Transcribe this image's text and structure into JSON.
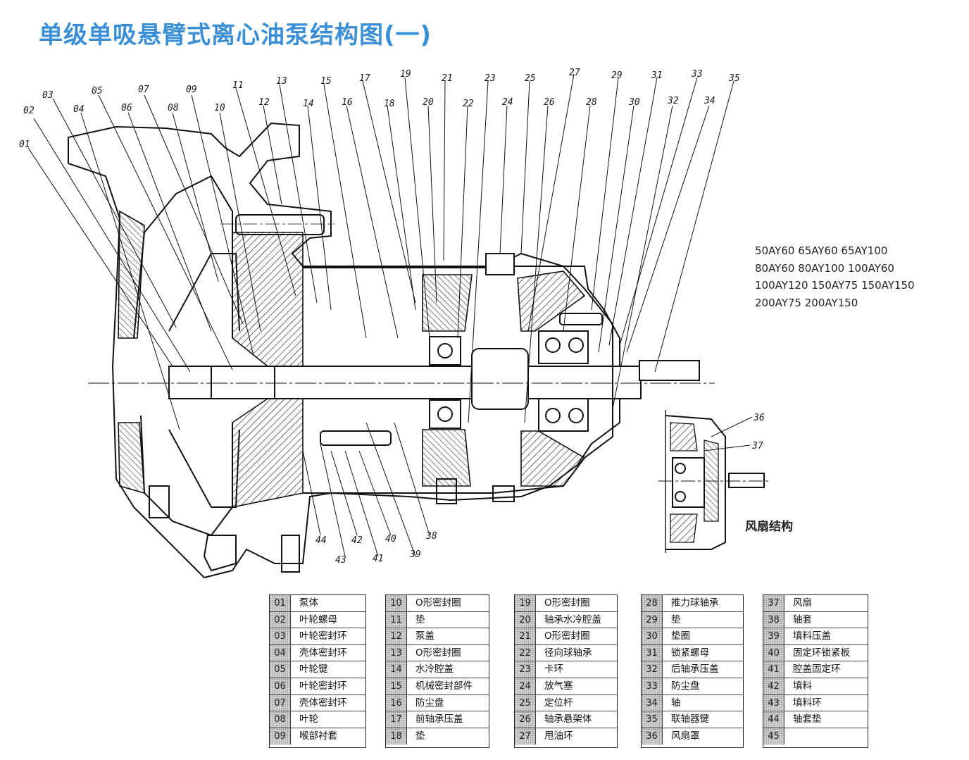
{
  "title": "单级单吸悬臂式离心油泵结构图(一)",
  "models": [
    "50AY60 65AY60 65AY100",
    "80AY60 80AY100 100AY60",
    "100AY120 150AY75 150AY150",
    "200AY75 200AY150"
  ],
  "fan_caption": "风扇结构",
  "callouts": [
    "01",
    "02",
    "03",
    "04",
    "05",
    "06",
    "07",
    "08",
    "09",
    "10",
    "11",
    "12",
    "13",
    "14",
    "15",
    "16",
    "17",
    "18",
    "19",
    "20",
    "21",
    "22",
    "23",
    "24",
    "25",
    "26",
    "27",
    "28",
    "29",
    "30",
    "31",
    "32",
    "33",
    "34",
    "35",
    "36",
    "37",
    "38",
    "39",
    "40",
    "41",
    "42",
    "43",
    "44"
  ],
  "legend_columns": [
    [
      {
        "num": "01",
        "name": "泵体"
      },
      {
        "num": "02",
        "name": "叶轮螺母"
      },
      {
        "num": "03",
        "name": "叶轮密封环"
      },
      {
        "num": "04",
        "name": "壳体密封环"
      },
      {
        "num": "05",
        "name": "叶轮键"
      },
      {
        "num": "06",
        "name": "叶轮密封环"
      },
      {
        "num": "07",
        "name": "壳体密封环"
      },
      {
        "num": "08",
        "name": "叶轮"
      },
      {
        "num": "09",
        "name": "喉部衬套"
      }
    ],
    [
      {
        "num": "10",
        "name": "O形密封圈"
      },
      {
        "num": "11",
        "name": "垫"
      },
      {
        "num": "12",
        "name": "泵盖"
      },
      {
        "num": "13",
        "name": "O形密封圈"
      },
      {
        "num": "14",
        "name": "水冷腔盖"
      },
      {
        "num": "15",
        "name": "机械密封部件"
      },
      {
        "num": "16",
        "name": "防尘盘"
      },
      {
        "num": "17",
        "name": "前轴承压盖"
      },
      {
        "num": "18",
        "name": "垫"
      }
    ],
    [
      {
        "num": "19",
        "name": "O形密封圈"
      },
      {
        "num": "20",
        "name": "轴承水冷腔盖"
      },
      {
        "num": "21",
        "name": "O形密封圈"
      },
      {
        "num": "22",
        "name": "径向球轴承"
      },
      {
        "num": "23",
        "name": "卡环"
      },
      {
        "num": "24",
        "name": "放气塞"
      },
      {
        "num": "25",
        "name": "定位杆"
      },
      {
        "num": "26",
        "name": "轴承悬架体"
      },
      {
        "num": "27",
        "name": "甩油环"
      }
    ],
    [
      {
        "num": "28",
        "name": "推力球轴承"
      },
      {
        "num": "29",
        "name": "垫"
      },
      {
        "num": "30",
        "name": "垫圈"
      },
      {
        "num": "31",
        "name": "锁紧螺母"
      },
      {
        "num": "32",
        "name": "后轴承压盖"
      },
      {
        "num": "33",
        "name": "防尘盘"
      },
      {
        "num": "34",
        "name": "轴"
      },
      {
        "num": "35",
        "name": "联轴器键"
      },
      {
        "num": "36",
        "name": "风扇罩"
      }
    ],
    [
      {
        "num": "37",
        "name": "风扇"
      },
      {
        "num": "38",
        "name": "轴套"
      },
      {
        "num": "39",
        "name": "填料压盖"
      },
      {
        "num": "40",
        "name": "固定环锁紧板"
      },
      {
        "num": "41",
        "name": "腔盖固定环"
      },
      {
        "num": "42",
        "name": "填料"
      },
      {
        "num": "43",
        "name": "填料环"
      },
      {
        "num": "44",
        "name": "轴套垫"
      },
      {
        "num": "45",
        "name": ""
      }
    ]
  ]
}
